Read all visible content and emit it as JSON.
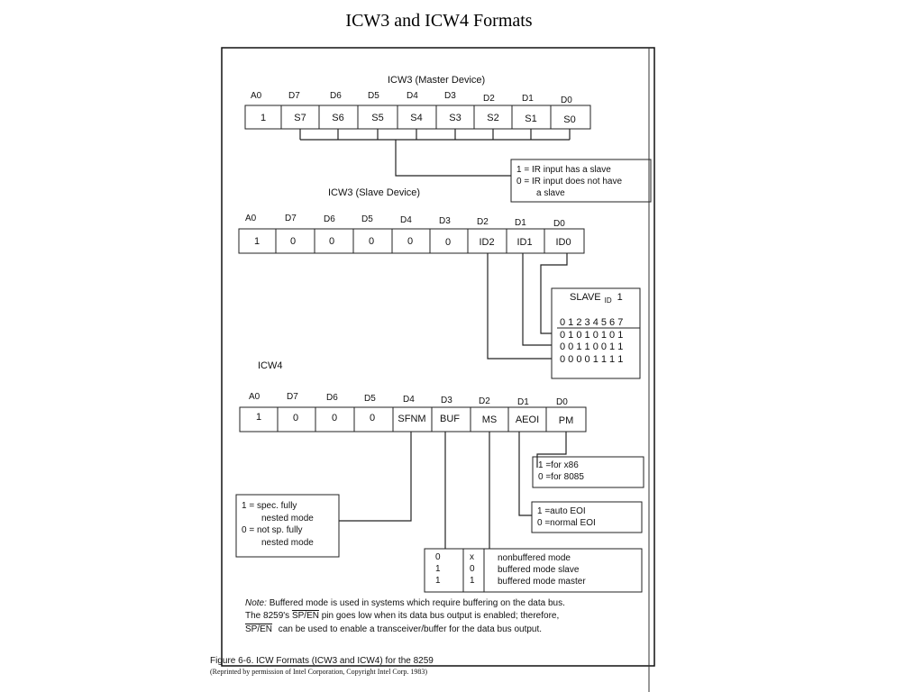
{
  "slide_title": "ICW3 and ICW4 Formats",
  "icw3_master": {
    "title": "ICW3 (Master Device)",
    "headers": [
      "A0",
      "D7",
      "D6",
      "D5",
      "D4",
      "D3",
      "D2",
      "D1",
      "D0"
    ],
    "cells": [
      "1",
      "S7",
      "S6",
      "S5",
      "S4",
      "S3",
      "S2",
      "S1",
      "S0"
    ],
    "legend": [
      "1 = IR input has a slave",
      "0 = IR input does not have",
      "a slave"
    ]
  },
  "icw3_slave": {
    "title": "ICW3 (Slave Device)",
    "headers": [
      "A0",
      "D7",
      "D6",
      "D5",
      "D4",
      "D3",
      "D2",
      "D1",
      "D0"
    ],
    "cells": [
      "1",
      "0",
      "0",
      "0",
      "0",
      "0",
      "ID2",
      "ID1",
      "ID0"
    ],
    "slave_id_title": "SLAVE",
    "slave_id_sub": "ID",
    "slave_id_num": "1",
    "slave_id_header": "0 1 2 3 4 5 6 7",
    "slave_id_rows": [
      "0 1 0 1 0 1 0 1",
      "0 0 1 1 0 0 1 1",
      "0 0 0 0 1 1 1 1"
    ]
  },
  "icw4": {
    "title": "ICW4",
    "headers": [
      "A0",
      "D7",
      "D6",
      "D5",
      "D4",
      "D3",
      "D2",
      "D1",
      "D0"
    ],
    "cells": [
      "1",
      "0",
      "0",
      "0",
      "SFNM",
      "BUF",
      "MS",
      "AEOI",
      "PM"
    ],
    "pm_legend": [
      "1 =for x86",
      "0 =for 8085"
    ],
    "aeoi_legend": [
      "1 =auto EOI",
      "0 =normal EOI"
    ],
    "sfnm_legend": [
      "1 = spec. fully",
      "nested mode",
      "0 = not sp. fully",
      "nested mode"
    ],
    "buf_table": [
      {
        "buf": "0",
        "ms": "x",
        "desc": "nonbuffered mode"
      },
      {
        "buf": "1",
        "ms": "0",
        "desc": "buffered mode slave"
      },
      {
        "buf": "1",
        "ms": "1",
        "desc": "buffered mode master"
      }
    ]
  },
  "note": {
    "label": "Note:",
    "line1": "Buffered mode is used in systems which require buffering on the data bus.",
    "line2a": "The 8259's",
    "line2b": "SP/EN",
    "line2c": "pin goes low when its data bus output is enabled; therefore,",
    "line3a": "SP/EN",
    "line3b": "can be used to enable a transceiver/buffer for the data bus output."
  },
  "figure": {
    "caption": "Figure 6-6. ICW Formats (ICW3 and ICW4)  for the 8259",
    "credit": "(Reprinted by permission of Intel Corporation, Copyright Intel Corp. 1983)"
  }
}
